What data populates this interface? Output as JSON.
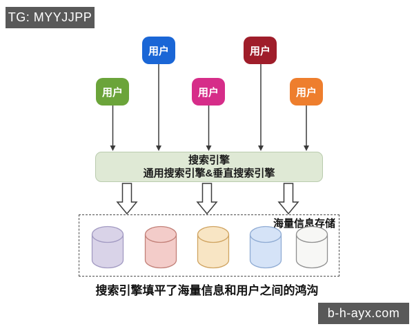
{
  "watermark_top": {
    "label": "TG: MYYJJPP",
    "bg": "#595959",
    "text_color": "#ffffff"
  },
  "watermark_bottom": {
    "label": "b-h-ayx.com",
    "bg": "#595959",
    "text_color": "#ffffff"
  },
  "users": [
    {
      "label": "用户",
      "color": "#6ba43a",
      "position": "lower-left"
    },
    {
      "label": "用户",
      "color": "#1a66d6",
      "position": "upper-left"
    },
    {
      "label": "用户",
      "color": "#d62d89",
      "position": "lower-middle"
    },
    {
      "label": "用户",
      "color": "#9f1d2a",
      "position": "upper-right"
    },
    {
      "label": "用户",
      "color": "#ee7e2d",
      "position": "lower-right"
    }
  ],
  "search_engine": {
    "title": "搜索引擎",
    "subtitle": "通用搜索引擎&垂直搜索引擎",
    "fill": "#dfe9d5",
    "border": "#b9cbad"
  },
  "storage": {
    "label": "海量信息存储",
    "cylinders": [
      {
        "name": "purple-db",
        "fill": "#d9d3e8",
        "stroke": "#a29ac2"
      },
      {
        "name": "red-db",
        "fill": "#f3ccc9",
        "stroke": "#c28078"
      },
      {
        "name": "yellow-db",
        "fill": "#f8e5c4",
        "stroke": "#cfa360"
      },
      {
        "name": "blue-db",
        "fill": "#d5e3f7",
        "stroke": "#8fabd3"
      },
      {
        "name": "white-db",
        "fill": "#f7f7f5",
        "stroke": "#8f8f8f"
      }
    ]
  },
  "caption": "搜索引擎填平了海量信息和用户之间的鸿沟"
}
